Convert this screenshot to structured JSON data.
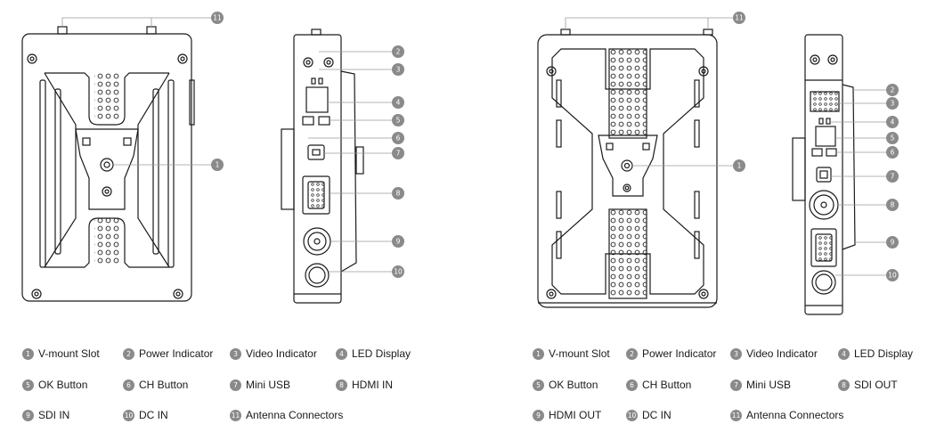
{
  "colors": {
    "line": "#1a1a1a",
    "badge": "#8a8a8a",
    "callout": "#9a9a9a"
  },
  "diagrams": [
    {
      "id": "transmitter",
      "legend": [
        {
          "num": "1",
          "label": "V-mount Slot"
        },
        {
          "num": "2",
          "label": "Power Indicator"
        },
        {
          "num": "3",
          "label": "Video Indicator"
        },
        {
          "num": "4",
          "label": "LED Display"
        },
        {
          "num": "5",
          "label": "OK Button"
        },
        {
          "num": "6",
          "label": "CH Button"
        },
        {
          "num": "7",
          "label": "Mini USB"
        },
        {
          "num": "8",
          "label": "HDMI IN"
        },
        {
          "num": "9",
          "label": "SDI IN"
        },
        {
          "num": "10",
          "label": "DC IN"
        },
        {
          "num": "11",
          "label": "Antenna Connectors"
        }
      ]
    },
    {
      "id": "receiver",
      "legend": [
        {
          "num": "1",
          "label": "V-mount Slot"
        },
        {
          "num": "2",
          "label": "Power Indicator"
        },
        {
          "num": "3",
          "label": "Video Indicator"
        },
        {
          "num": "4",
          "label": "LED Display"
        },
        {
          "num": "5",
          "label": "OK Button"
        },
        {
          "num": "6",
          "label": "CH Button"
        },
        {
          "num": "7",
          "label": "Mini USB"
        },
        {
          "num": "8",
          "label": "SDI OUT"
        },
        {
          "num": "9",
          "label": "HDMI OUT"
        },
        {
          "num": "10",
          "label": "DC IN"
        },
        {
          "num": "11",
          "label": "Antenna Connectors"
        }
      ]
    }
  ]
}
